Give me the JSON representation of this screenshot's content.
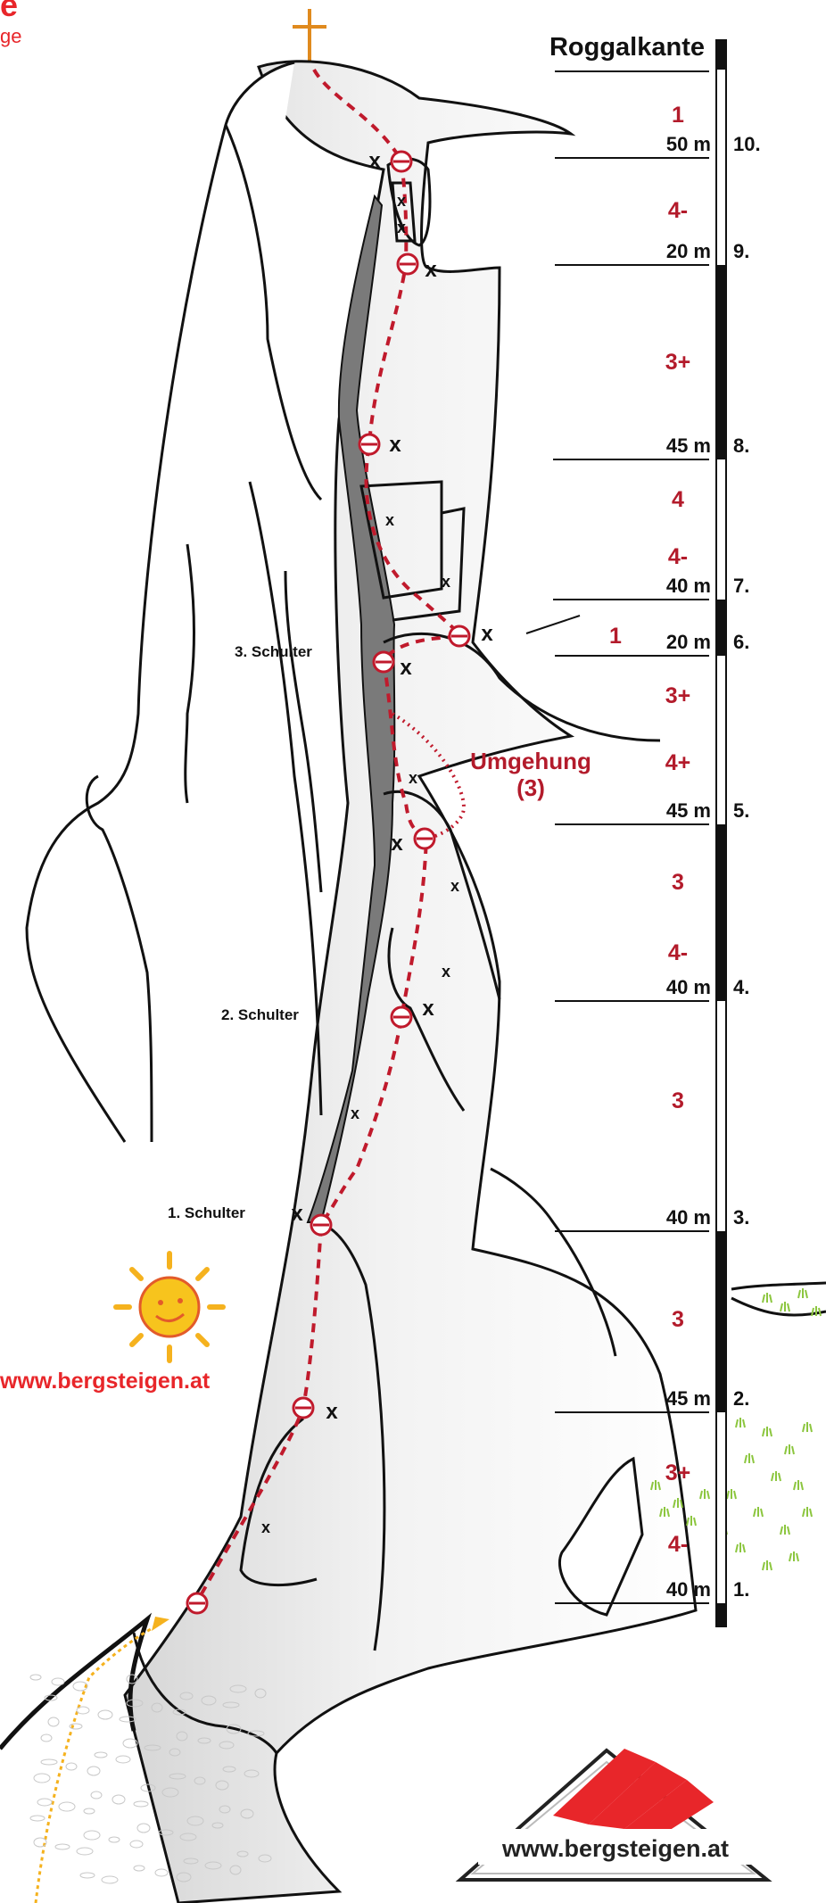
{
  "title_fragment": "e",
  "subtitle_fragment": "ge",
  "route_name": "Roggalkante",
  "pitches": [
    {
      "num": "1.",
      "length": "40 m",
      "grades": [
        "4-",
        "3+"
      ]
    },
    {
      "num": "2.",
      "length": "45 m",
      "grades": [
        "3"
      ]
    },
    {
      "num": "3.",
      "length": "40 m",
      "grades": [
        "3"
      ]
    },
    {
      "num": "4.",
      "length": "40 m",
      "grades": [
        "4-",
        "3"
      ]
    },
    {
      "num": "5.",
      "length": "45 m",
      "grades": [
        "4+",
        "3+"
      ]
    },
    {
      "num": "6.",
      "length": "20 m",
      "grades": [
        "1"
      ]
    },
    {
      "num": "7.",
      "length": "40 m",
      "grades": [
        "4-",
        "4"
      ]
    },
    {
      "num": "8.",
      "length": "45 m",
      "grades": [
        "3+"
      ]
    },
    {
      "num": "9.",
      "length": "20 m",
      "grades": [
        "4-"
      ]
    },
    {
      "num": "10.",
      "length": "50 m",
      "grades": [
        "1"
      ]
    }
  ],
  "shoulders": [
    "1. Schulter",
    "2. Schulter",
    "3. Schulter"
  ],
  "detour": {
    "label": "Umgehung",
    "grade": "(3)"
  },
  "website_left": "www.bergsteigen.at",
  "website_logo": "www.bergsteigen.at",
  "colors": {
    "route": "#c01a2c",
    "grade": "#b31b2b",
    "cross": "#e08a1e",
    "approach": "#f5b21e",
    "grass": "#8cc63f",
    "logo_red": "#e8262a"
  }
}
